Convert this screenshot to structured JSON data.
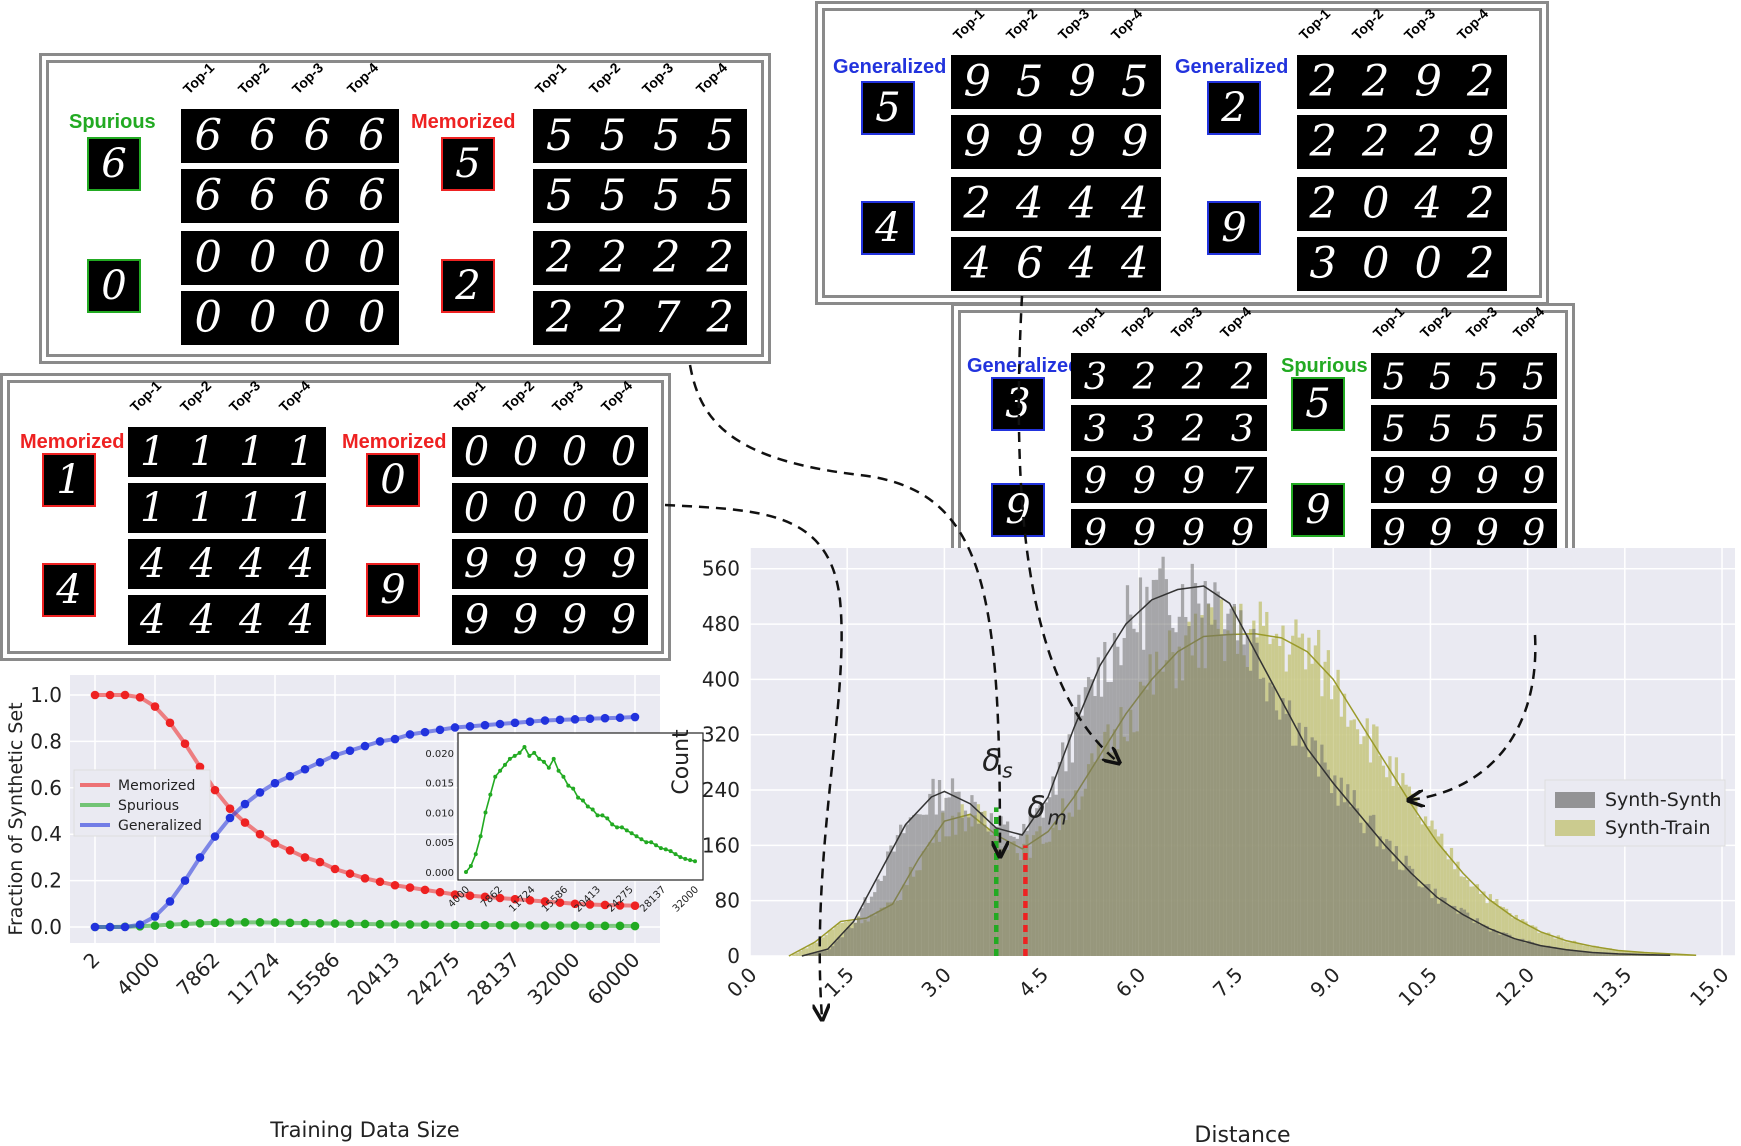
{
  "colors": {
    "memorized": "#ee2222",
    "spurious": "#22aa22",
    "generalized": "#2233dd",
    "hist_gray": "#6e6e6e",
    "hist_olive": "#c8c884",
    "olive_line": "#9a9a2a",
    "plot_bg": "#eaeaf2"
  },
  "top_labels": [
    "Top-1",
    "Top-2",
    "Top-3",
    "Top-4"
  ],
  "panels": [
    {
      "groups": [
        {
          "label": "Spurious",
          "kind": "spurious",
          "rows": [
            {
              "query": "6",
              "neighbors": [
                "6",
                "6",
                "6",
                "6",
                "6",
                "6",
                "6",
                "6"
              ]
            },
            {
              "query": "0",
              "neighbors": [
                "0",
                "0",
                "0",
                "0",
                "0",
                "0",
                "0",
                "0"
              ]
            }
          ]
        },
        {
          "label": "Memorized",
          "kind": "memorized",
          "rows": [
            {
              "query": "5",
              "neighbors": [
                "5",
                "5",
                "5",
                "5",
                "5",
                "5",
                "5",
                "5"
              ]
            },
            {
              "query": "2",
              "neighbors": [
                "2",
                "2",
                "2",
                "2",
                "2",
                "2",
                "7",
                "2"
              ]
            }
          ]
        }
      ]
    },
    {
      "groups": [
        {
          "label": "Generalized",
          "kind": "generalized",
          "rows": [
            {
              "query": "5",
              "neighbors": [
                "9",
                "5",
                "9",
                "5",
                "9",
                "9",
                "9",
                "9"
              ]
            },
            {
              "query": "4",
              "neighbors": [
                "2",
                "4",
                "4",
                "4",
                "4",
                "6",
                "4",
                "4"
              ]
            }
          ]
        },
        {
          "label": "Generalized",
          "kind": "generalized",
          "rows": [
            {
              "query": "2",
              "neighbors": [
                "2",
                "2",
                "9",
                "2",
                "2",
                "2",
                "2",
                "9"
              ]
            },
            {
              "query": "9",
              "neighbors": [
                "2",
                "0",
                "4",
                "2",
                "3",
                "0",
                "0",
                "2"
              ]
            }
          ]
        }
      ]
    },
    {
      "groups": [
        {
          "label": "Memorized",
          "kind": "memorized",
          "rows": [
            {
              "query": "1",
              "neighbors": [
                "1",
                "1",
                "1",
                "1",
                "1",
                "1",
                "1",
                "1"
              ]
            },
            {
              "query": "4",
              "neighbors": [
                "4",
                "4",
                "4",
                "4",
                "4",
                "4",
                "4",
                "4"
              ]
            }
          ]
        },
        {
          "label": "Memorized",
          "kind": "memorized",
          "rows": [
            {
              "query": "0",
              "neighbors": [
                "0",
                "0",
                "0",
                "0",
                "0",
                "0",
                "0",
                "0"
              ]
            },
            {
              "query": "9",
              "neighbors": [
                "9",
                "9",
                "9",
                "9",
                "9",
                "9",
                "9",
                "9"
              ]
            }
          ]
        }
      ]
    },
    {
      "groups": [
        {
          "label": "Generalized",
          "kind": "generalized",
          "rows": [
            {
              "query": "3",
              "neighbors": [
                "3",
                "2",
                "2",
                "2",
                "3",
                "3",
                "2",
                "3"
              ]
            },
            {
              "query": "9",
              "neighbors": [
                "9",
                "9",
                "9",
                "7",
                "9",
                "9",
                "9",
                "9"
              ]
            }
          ]
        },
        {
          "label": "Spurious",
          "kind": "spurious",
          "rows": [
            {
              "query": "5",
              "neighbors": [
                "5",
                "5",
                "5",
                "5",
                "5",
                "5",
                "5",
                "5"
              ]
            },
            {
              "query": "9",
              "neighbors": [
                "9",
                "9",
                "9",
                "9",
                "9",
                "9",
                "9",
                "9"
              ]
            }
          ]
        }
      ]
    }
  ],
  "chart_data": [
    {
      "type": "line",
      "xlabel": "Training Data Size",
      "ylabel": "Fraction of Synthetic Set",
      "ylim": [
        0,
        1
      ],
      "yticks": [
        "0.0",
        "0.2",
        "0.4",
        "0.6",
        "0.8",
        "1.0"
      ],
      "xticks": [
        "2",
        "4000",
        "7862",
        "11724",
        "15586",
        "20413",
        "24275",
        "28137",
        "32000",
        "60000"
      ],
      "x_index": [
        0,
        1,
        2,
        3,
        4,
        5,
        6,
        7,
        8,
        9,
        10,
        11,
        12,
        13,
        14,
        15,
        16,
        17,
        18,
        19,
        20,
        21,
        22,
        23,
        24,
        25,
        26,
        27,
        28,
        29,
        30,
        31,
        32,
        33,
        34,
        35,
        36
      ],
      "series": [
        {
          "name": "Memorized",
          "color": "#ee2222",
          "values": [
            1.0,
            1.0,
            1.0,
            0.99,
            0.95,
            0.88,
            0.79,
            0.69,
            0.59,
            0.51,
            0.45,
            0.4,
            0.36,
            0.33,
            0.3,
            0.28,
            0.25,
            0.23,
            0.21,
            0.195,
            0.18,
            0.17,
            0.16,
            0.15,
            0.14,
            0.135,
            0.13,
            0.125,
            0.12,
            0.115,
            0.11,
            0.105,
            0.1,
            0.097,
            0.095,
            0.093,
            0.092
          ]
        },
        {
          "name": "Spurious",
          "color": "#22aa22",
          "values": [
            0.0,
            0.0,
            0.001,
            0.003,
            0.006,
            0.01,
            0.013,
            0.016,
            0.018,
            0.019,
            0.02,
            0.02,
            0.019,
            0.018,
            0.017,
            0.016,
            0.015,
            0.014,
            0.013,
            0.012,
            0.011,
            0.011,
            0.01,
            0.01,
            0.009,
            0.009,
            0.008,
            0.008,
            0.007,
            0.007,
            0.006,
            0.006,
            0.006,
            0.005,
            0.005,
            0.005,
            0.004
          ]
        },
        {
          "name": "Generalized",
          "color": "#2233dd",
          "values": [
            0.0,
            0.0,
            0.0,
            0.01,
            0.045,
            0.11,
            0.2,
            0.3,
            0.39,
            0.47,
            0.53,
            0.58,
            0.62,
            0.65,
            0.68,
            0.71,
            0.74,
            0.76,
            0.78,
            0.8,
            0.81,
            0.83,
            0.84,
            0.85,
            0.86,
            0.865,
            0.87,
            0.875,
            0.88,
            0.885,
            0.89,
            0.893,
            0.895,
            0.898,
            0.9,
            0.902,
            0.905
          ]
        }
      ],
      "legend": "center-left",
      "inset": {
        "series": "Spurious",
        "yticks": [
          "0.000",
          "0.005",
          "0.010",
          "0.015",
          "0.020"
        ],
        "xticks": [
          "4000",
          "7862",
          "11724",
          "15586",
          "20413",
          "24275",
          "28137",
          "32000"
        ],
        "ylim": [
          0,
          0.022
        ],
        "values": [
          0.0,
          0.001,
          0.003,
          0.006,
          0.01,
          0.013,
          0.016,
          0.017,
          0.018,
          0.019,
          0.0195,
          0.02,
          0.021,
          0.0195,
          0.02,
          0.019,
          0.0185,
          0.0175,
          0.019,
          0.017,
          0.016,
          0.0145,
          0.014,
          0.0125,
          0.012,
          0.011,
          0.0105,
          0.0095,
          0.0095,
          0.009,
          0.008,
          0.0075,
          0.0075,
          0.007,
          0.0065,
          0.006,
          0.0055,
          0.005,
          0.005,
          0.0045,
          0.004,
          0.0038,
          0.0035,
          0.003,
          0.0025,
          0.0022,
          0.002,
          0.0018
        ]
      }
    },
    {
      "type": "histogram",
      "xlabel": "Distance",
      "ylabel": "Count",
      "xlim": [
        0,
        15.2
      ],
      "ylim": [
        0,
        590
      ],
      "xticks": [
        "0.0",
        "1.5",
        "3.0",
        "4.5",
        "6.0",
        "7.5",
        "9.0",
        "10.5",
        "12.0",
        "13.5",
        "15.0"
      ],
      "yticks": [
        "0",
        "80",
        "160",
        "240",
        "320",
        "400",
        "480",
        "560"
      ],
      "legend": "center-right",
      "series": [
        {
          "name": "Synth-Synth",
          "color": "#6e6e6e",
          "x": [
            0.8,
            1.2,
            1.6,
            2.0,
            2.4,
            2.8,
            3.0,
            3.4,
            3.8,
            4.2,
            4.6,
            5.0,
            5.4,
            5.8,
            6.2,
            6.6,
            7.0,
            7.4,
            7.8,
            8.2,
            8.6,
            9.0,
            9.4,
            9.8,
            10.2,
            10.6,
            11.0,
            11.4,
            11.8,
            12.2,
            12.6,
            13.0,
            13.4,
            13.8,
            14.2
          ],
          "y": [
            0,
            10,
            50,
            120,
            190,
            230,
            238,
            220,
            185,
            175,
            230,
            330,
            420,
            480,
            515,
            530,
            535,
            510,
            440,
            370,
            300,
            250,
            205,
            160,
            120,
            85,
            60,
            40,
            25,
            15,
            9,
            5,
            3,
            2,
            1
          ]
        },
        {
          "name": "Synth-Train",
          "color": "#c8c884",
          "x": [
            0.6,
            1.0,
            1.4,
            1.8,
            2.2,
            2.6,
            3.0,
            3.4,
            3.8,
            4.2,
            4.6,
            5.0,
            5.4,
            5.8,
            6.2,
            6.6,
            7.0,
            7.4,
            7.8,
            8.2,
            8.6,
            9.0,
            9.4,
            9.8,
            10.2,
            10.6,
            11.0,
            11.4,
            11.8,
            12.2,
            12.6,
            13.0,
            13.4,
            13.8,
            14.2,
            14.6
          ],
          "y": [
            0,
            20,
            50,
            55,
            75,
            140,
            195,
            205,
            175,
            155,
            180,
            230,
            290,
            350,
            400,
            440,
            462,
            465,
            466,
            460,
            440,
            400,
            340,
            280,
            220,
            165,
            120,
            82,
            55,
            35,
            22,
            14,
            8,
            5,
            3,
            1
          ]
        }
      ],
      "thresholds": [
        {
          "label": "δs",
          "x": 3.8,
          "color": "#22aa22"
        },
        {
          "label": "δm",
          "x": 4.25,
          "color": "#ee2222"
        }
      ]
    }
  ]
}
